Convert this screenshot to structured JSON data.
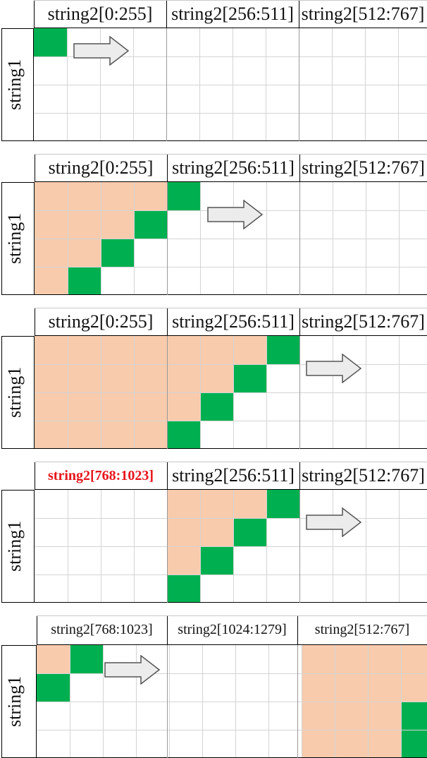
{
  "panels": [
    {
      "headers": [
        "string2[0:255]",
        "string2[256:511]",
        "string2[512:767]"
      ],
      "row_label": "string1"
    },
    {
      "headers": [
        "string2[0:255]",
        "string2[256:511]",
        "string2[512:767]"
      ],
      "row_label": "string1"
    },
    {
      "headers": [
        "string2[0:255]",
        "string2[256:511]",
        "string2[512:767]"
      ],
      "row_label": "string1"
    },
    {
      "headers": [
        "string2[768:1023]",
        "string2[256:511]",
        "string2[512:767]"
      ],
      "row_label": "string1"
    },
    {
      "headers": [
        "string2[768:1023]",
        "string2[1024:1279]",
        "string2[512:767]"
      ],
      "row_label": "string1"
    }
  ],
  "colors": {
    "done_cell": "#f8cbad",
    "active_cell": "#00b050",
    "highlight_header": "#e8141b",
    "arrow_fill": "#ececec",
    "arrow_stroke": "#555555"
  }
}
